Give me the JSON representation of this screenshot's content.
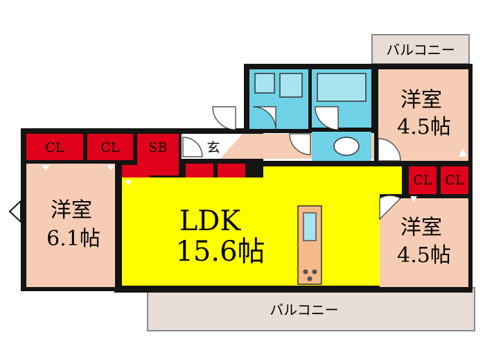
{
  "colors": {
    "wall": "#141414",
    "room": "#f6cdb4",
    "storage": "#e0001b",
    "ldk": "#ffff00",
    "water": "#6fd1e6",
    "balcony": "#e8ddd7",
    "kitchen": "#f4ba8a",
    "entrance": "#ffffff"
  },
  "rooms": {
    "west": {
      "name": "洋室",
      "size": "6.1帖"
    },
    "north_east": {
      "name": "洋室",
      "size": "4.5帖"
    },
    "south_east": {
      "name": "洋室",
      "size": "4.5帖"
    },
    "ldk": {
      "name": "LDK",
      "size": "15.6帖"
    }
  },
  "storage": {
    "cl1": "CL",
    "cl2": "CL",
    "sb": "SB",
    "cl3": "CL",
    "cl4": "CL"
  },
  "entrance": "玄",
  "balcony": {
    "top": "バルコニー",
    "bottom": "バルコニー"
  }
}
